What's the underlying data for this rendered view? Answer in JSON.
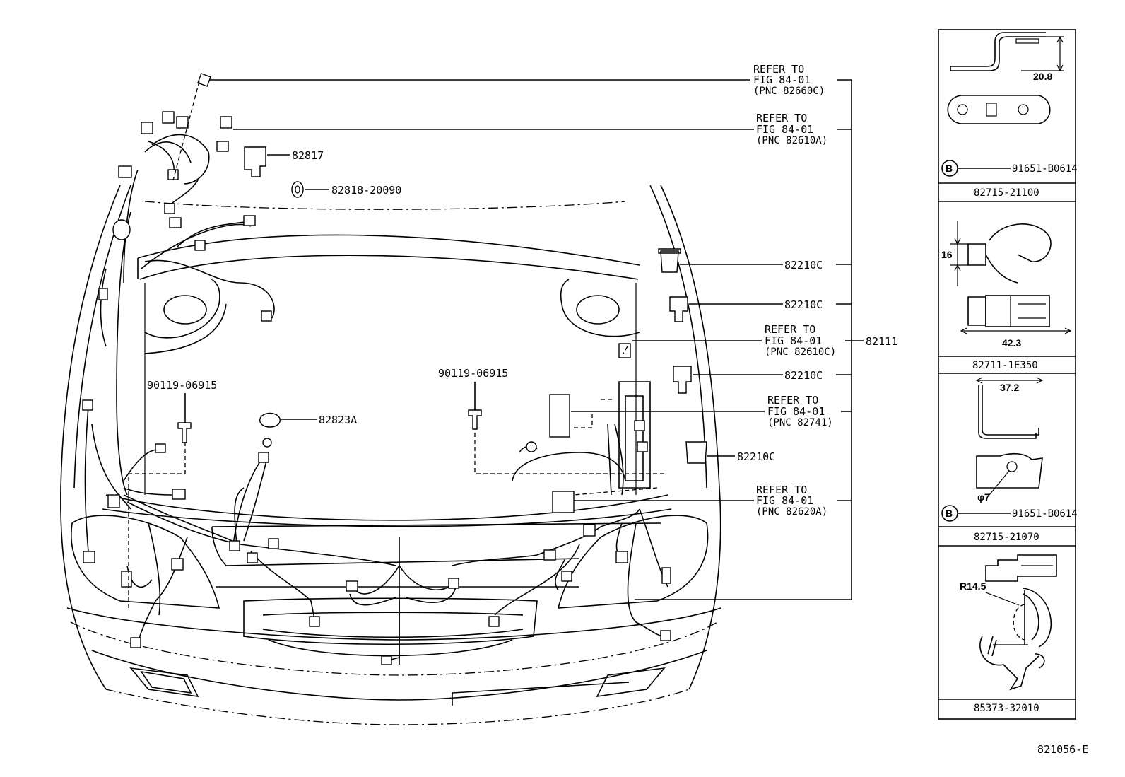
{
  "figure_id": "821056-E",
  "callouts": {
    "refer_1": [
      "REFER TO",
      "FIG 84-01",
      "(PNC 82660C)"
    ],
    "refer_2": [
      "REFER TO",
      "FIG 84-01",
      "(PNC 82610A)"
    ],
    "refer_3": [
      "REFER TO",
      "FIG 84-01",
      "(PNC 82610C)"
    ],
    "refer_4": [
      "REFER TO",
      "FIG 84-01",
      "(PNC 82741)"
    ],
    "refer_5": [
      "REFER TO",
      "FIG 84-01",
      "(PNC 82620A)"
    ]
  },
  "parts": {
    "p82817": "82817",
    "p82818": "82818-20090",
    "p82210c": "82210C",
    "p82111": "82111",
    "p82823a": "82823A",
    "bolt_left": "90119-06915",
    "bolt_right": "90119-06915",
    "p82210c_lower": "82210C"
  },
  "detail_panels": {
    "panel1": {
      "dimension": "20.8",
      "marker": "B",
      "marker_part": "91651-B0614",
      "part": "82715-21100"
    },
    "panel2": {
      "dimension_height": "16",
      "dimension_width": "42.3",
      "part": "82711-1E350"
    },
    "panel3": {
      "dimension_width": "37.2",
      "hole": "φ7",
      "marker": "B",
      "marker_part": "91651-B0614",
      "part": "82715-21070"
    },
    "panel4": {
      "radius": "R14.5",
      "part": "85373-32010"
    }
  }
}
